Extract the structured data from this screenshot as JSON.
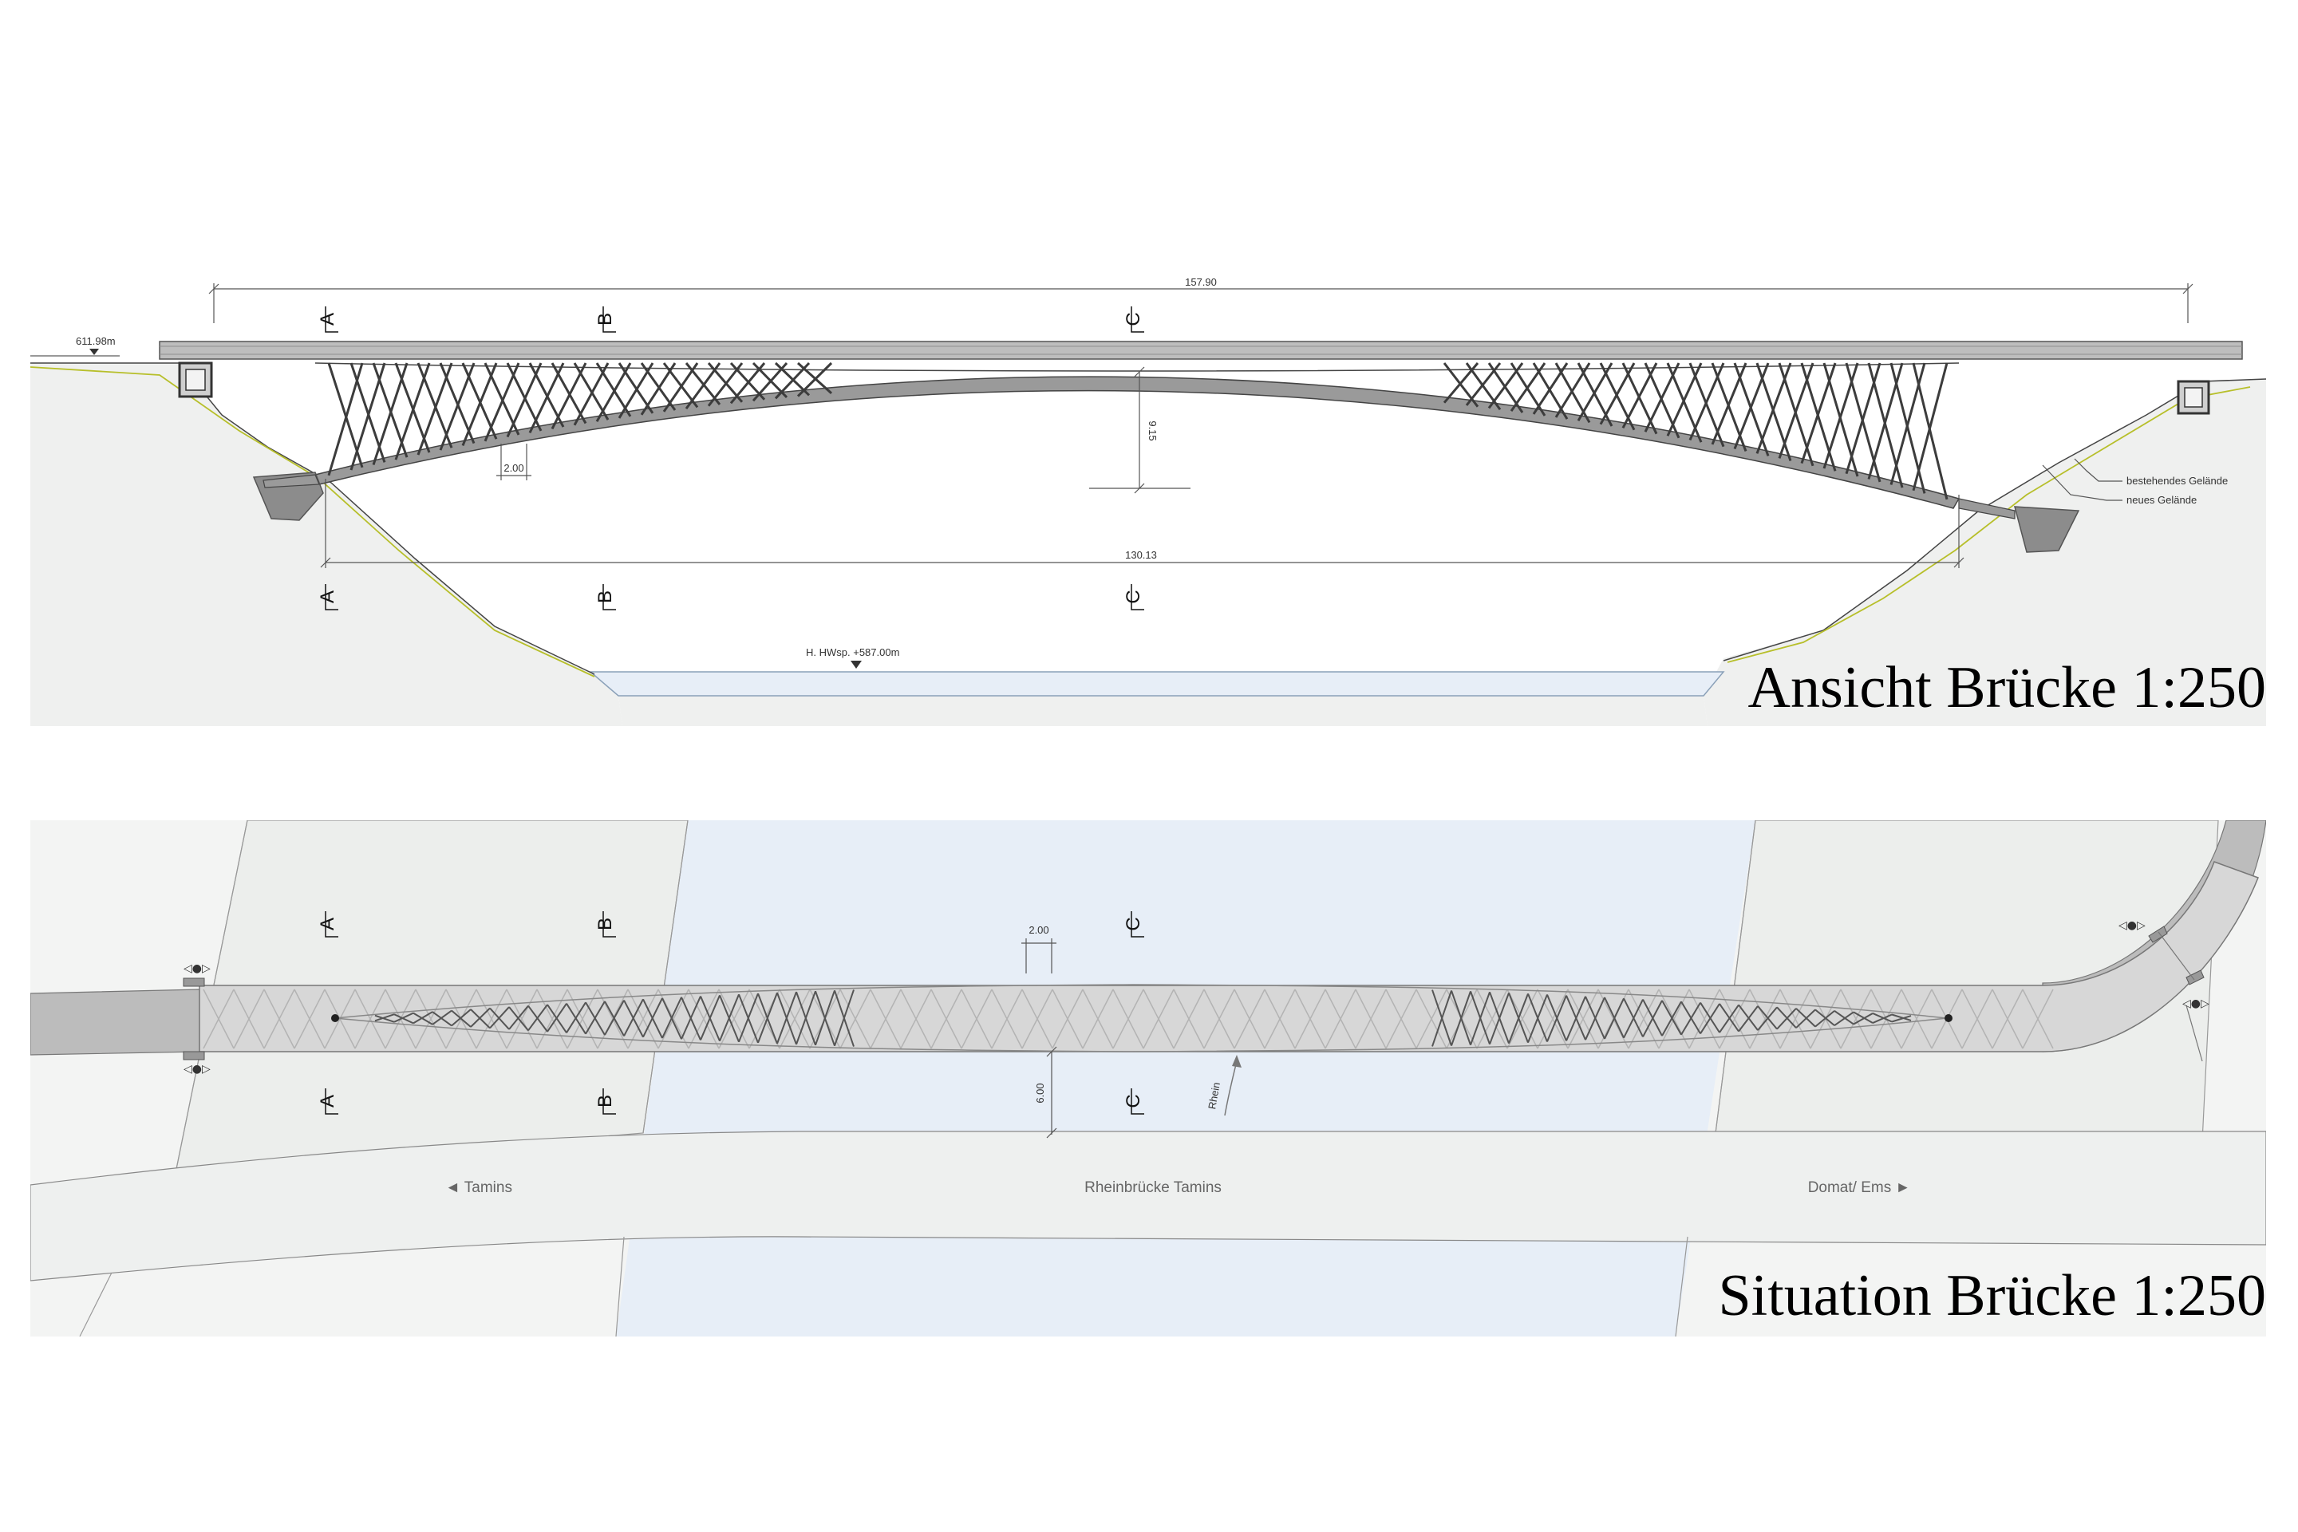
{
  "elevation": {
    "title": "Ansicht Brücke 1:250",
    "overall_span": "157.90",
    "arch_span": "130.13",
    "rise": "9.15",
    "module": "2.00",
    "deck_level": "611.98m",
    "flood_level": "H. HWsp. +587.00m",
    "legend_existing": "bestehendes Gelände",
    "legend_new": "neues Gelände",
    "section_marks": [
      "A",
      "B",
      "C"
    ]
  },
  "plan": {
    "title": "Situation Brücke 1:250",
    "module": "2.00",
    "width": "6.00",
    "river": "Rhein",
    "road_left": "◄ Tamins",
    "road_center": "Rheinbrücke Tamins",
    "road_right": "Domat/ Ems ►",
    "section_marks": [
      "A",
      "B",
      "C"
    ]
  },
  "colors": {
    "terrain": "#eff0ef",
    "water": "#e7eef7",
    "deck": "#bdbdbd",
    "steel": "#3c3c3c",
    "abutment": "#8c8c8c",
    "new_terrain": "#b7bf2a"
  }
}
